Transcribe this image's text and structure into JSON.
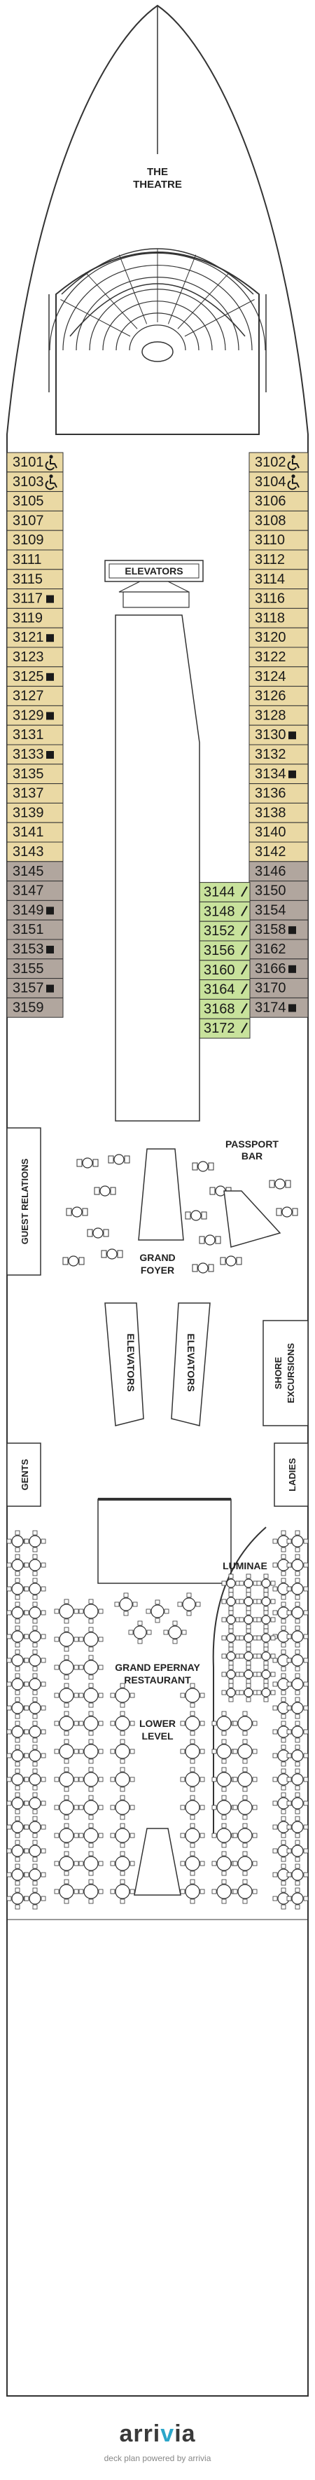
{
  "colors": {
    "standard": "#ead9a4",
    "interior": "#b1a69e",
    "suite": "#c8e29c",
    "outline": "#333333",
    "room": "#ffffff"
  },
  "labels": {
    "theatre": [
      "THE",
      "THEATRE"
    ],
    "elevators_top": "ELEVATORS",
    "passport": [
      "PASSPORT",
      "BAR"
    ],
    "guest_relations": "GUEST RELATIONS",
    "grand_foyer": [
      "GRAND",
      "FOYER"
    ],
    "elevators_left": "ELEVATORS",
    "elevators_right": "ELEVATORS",
    "shore": [
      "SHORE",
      "EXCURSIONS"
    ],
    "gents": "GENTS",
    "ladies": "LADIES",
    "luminae": "LUMINAE",
    "restaurant": [
      "GRAND EPERNAY",
      "RESTAURANT"
    ],
    "lower_level": [
      "LOWER",
      "LEVEL"
    ]
  },
  "cabins": {
    "left": [
      {
        "n": "3101",
        "t": "s",
        "i": "acc"
      },
      {
        "n": "3103",
        "t": "s",
        "i": "acc"
      },
      {
        "n": "3105",
        "t": "s"
      },
      {
        "n": "3107",
        "t": "s"
      },
      {
        "n": "3109",
        "t": "s"
      },
      {
        "n": "3111",
        "t": "s"
      },
      {
        "n": "3115",
        "t": "s"
      },
      {
        "n": "3117",
        "t": "s",
        "i": "sq"
      },
      {
        "n": "3119",
        "t": "s"
      },
      {
        "n": "3121",
        "t": "s",
        "i": "sq"
      },
      {
        "n": "3123",
        "t": "s"
      },
      {
        "n": "3125",
        "t": "s",
        "i": "sq"
      },
      {
        "n": "3127",
        "t": "s"
      },
      {
        "n": "3129",
        "t": "s",
        "i": "sq"
      },
      {
        "n": "3131",
        "t": "s"
      },
      {
        "n": "3133",
        "t": "s",
        "i": "sq"
      },
      {
        "n": "3135",
        "t": "s"
      },
      {
        "n": "3137",
        "t": "s"
      },
      {
        "n": "3139",
        "t": "s"
      },
      {
        "n": "3141",
        "t": "s"
      },
      {
        "n": "3143",
        "t": "s"
      },
      {
        "n": "3145",
        "t": "i"
      },
      {
        "n": "3147",
        "t": "i"
      },
      {
        "n": "3149",
        "t": "i",
        "i": "sq"
      },
      {
        "n": "3151",
        "t": "i"
      },
      {
        "n": "3153",
        "t": "i",
        "i": "sq"
      },
      {
        "n": "3155",
        "t": "i"
      },
      {
        "n": "3157",
        "t": "i",
        "i": "sq"
      },
      {
        "n": "3159",
        "t": "i"
      }
    ],
    "right": [
      {
        "n": "3102",
        "t": "s",
        "i": "acc"
      },
      {
        "n": "3104",
        "t": "s",
        "i": "acc"
      },
      {
        "n": "3106",
        "t": "s"
      },
      {
        "n": "3108",
        "t": "s"
      },
      {
        "n": "3110",
        "t": "s"
      },
      {
        "n": "3112",
        "t": "s"
      },
      {
        "n": "3114",
        "t": "s"
      },
      {
        "n": "3116",
        "t": "s"
      },
      {
        "n": "3118",
        "t": "s"
      },
      {
        "n": "3120",
        "t": "s"
      },
      {
        "n": "3122",
        "t": "s"
      },
      {
        "n": "3124",
        "t": "s"
      },
      {
        "n": "3126",
        "t": "s"
      },
      {
        "n": "3128",
        "t": "s"
      },
      {
        "n": "3130",
        "t": "s",
        "i": "sq"
      },
      {
        "n": "3132",
        "t": "s"
      },
      {
        "n": "3134",
        "t": "s",
        "i": "sq"
      },
      {
        "n": "3136",
        "t": "s"
      },
      {
        "n": "3138",
        "t": "s"
      },
      {
        "n": "3140",
        "t": "s"
      },
      {
        "n": "3142",
        "t": "s"
      },
      {
        "n": "3146",
        "t": "i"
      },
      {
        "n": "3150",
        "t": "i"
      },
      {
        "n": "3154",
        "t": "i"
      },
      {
        "n": "3158",
        "t": "i",
        "i": "sq"
      },
      {
        "n": "3162",
        "t": "i"
      },
      {
        "n": "3166",
        "t": "i",
        "i": "sq"
      },
      {
        "n": "3170",
        "t": "i"
      },
      {
        "n": "3174",
        "t": "i",
        "i": "sq"
      }
    ],
    "center": [
      "3144",
      "3148",
      "3152",
      "3156",
      "3160",
      "3164",
      "3168",
      "3172"
    ]
  },
  "footer": {
    "brand_a": "arri",
    "brand_b": "v",
    "brand_c": "ia",
    "powered": "deck plan powered by arrivia"
  }
}
